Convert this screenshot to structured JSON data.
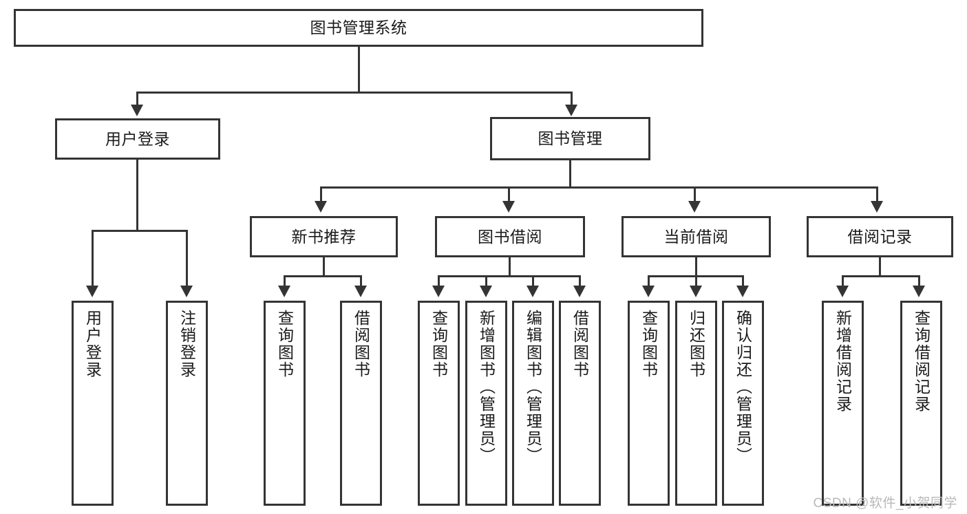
{
  "diagram": {
    "title": "图书管理系统",
    "type": "hierarchy-tree",
    "root": {
      "label": "图书管理系统"
    },
    "level1": [
      {
        "label": "用户登录"
      },
      {
        "label": "图书管理"
      }
    ],
    "level2": [
      {
        "label": "新书推荐"
      },
      {
        "label": "图书借阅"
      },
      {
        "label": "当前借阅"
      },
      {
        "label": "借阅记录"
      }
    ],
    "leaves": {
      "user_login": [
        {
          "label": "用户登录"
        },
        {
          "label": "注销登录"
        }
      ],
      "new_book_recommend": [
        {
          "label": "查询图书"
        },
        {
          "label": "借阅图书"
        }
      ],
      "book_borrow": [
        {
          "label": "查询图书"
        },
        {
          "label": "新增图书（管理员）"
        },
        {
          "label": "编辑图书（管理员）"
        },
        {
          "label": "借阅图书"
        }
      ],
      "current_borrow": [
        {
          "label": "查询图书"
        },
        {
          "label": "归还图书"
        },
        {
          "label": "确认归还（管理员）"
        }
      ],
      "borrow_record": [
        {
          "label": "新增借阅记录"
        },
        {
          "label": "查询借阅记录"
        }
      ]
    }
  },
  "watermark": {
    "text": "CSDN @软件_小贺同学"
  },
  "colors": {
    "stroke": "#343434",
    "fill": "#ffffff",
    "text": "#1a1a1a",
    "watermark": "#b9b9b9"
  }
}
